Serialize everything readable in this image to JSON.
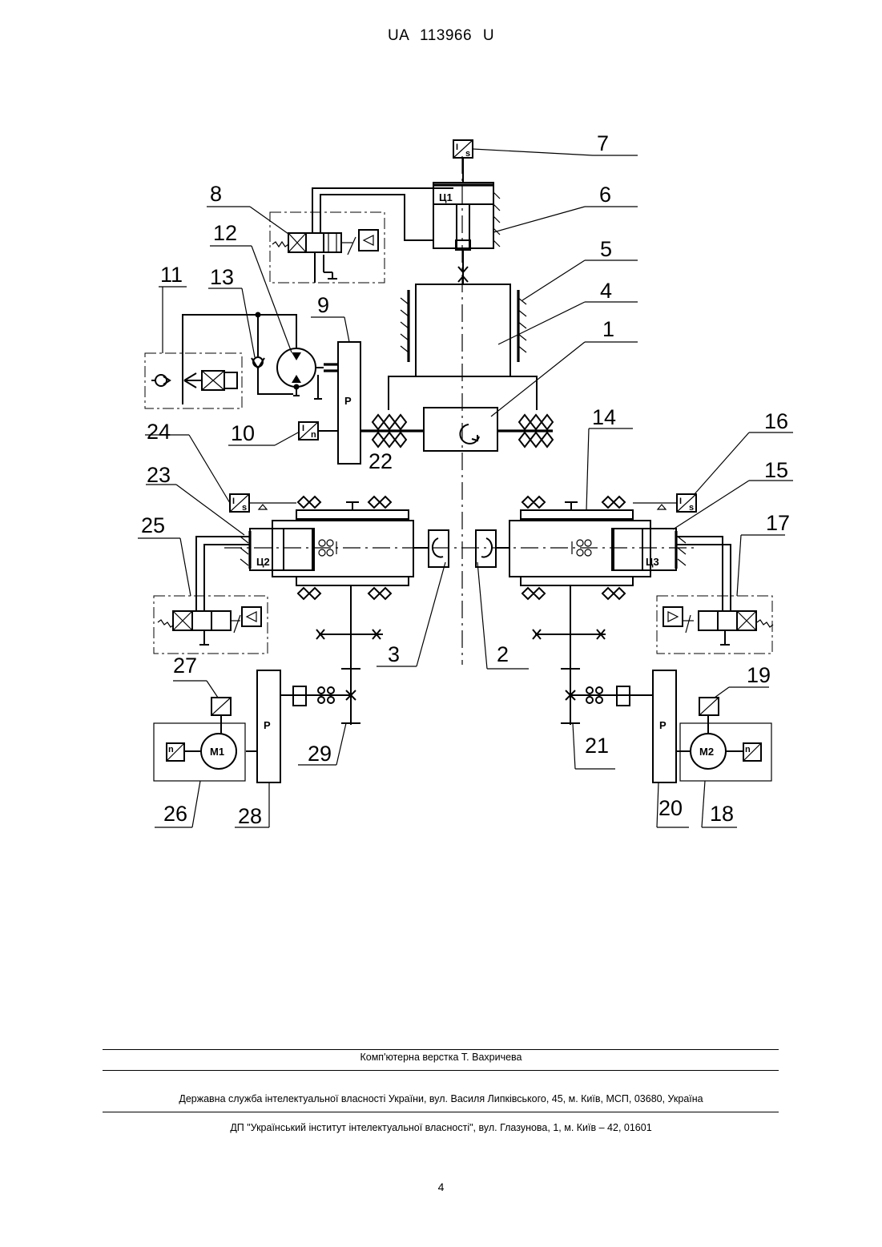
{
  "header": {
    "patent": "UA 113966 U"
  },
  "diagram": {
    "refs": {
      "r1": "1",
      "r2": "2",
      "r3": "3",
      "r4": "4",
      "r5": "5",
      "r6": "6",
      "r7": "7",
      "r8": "8",
      "r9": "9",
      "r10": "10",
      "r11": "11",
      "r12": "12",
      "r13": "13",
      "r14": "14",
      "r15": "15",
      "r16": "16",
      "r17": "17",
      "r18": "18",
      "r19": "19",
      "r20": "20",
      "r21": "21",
      "r22": "22",
      "r23": "23",
      "r24": "24",
      "r25": "25",
      "r26": "26",
      "r27": "27",
      "r28": "28",
      "r29": "29"
    },
    "labels": {
      "c1": "Ц1",
      "c2": "Ц2",
      "c3": "Ц3",
      "m1": "M1",
      "m2": "M2",
      "p": "P"
    },
    "sensor_marks": {
      "s": "s",
      "n": "n",
      "i": "I"
    }
  },
  "footer": {
    "typesetting": "Комп'ютерна верстка Т. Вахричева",
    "office": "Державна служба інтелектуальної власності України, вул. Василя Липківського, 45, м. Київ, МСП, 03680, Україна",
    "institute": "ДП \"Український інститут інтелектуальної власності\", вул. Глазунова, 1, м. Київ – 42, 01601",
    "page": "4"
  }
}
